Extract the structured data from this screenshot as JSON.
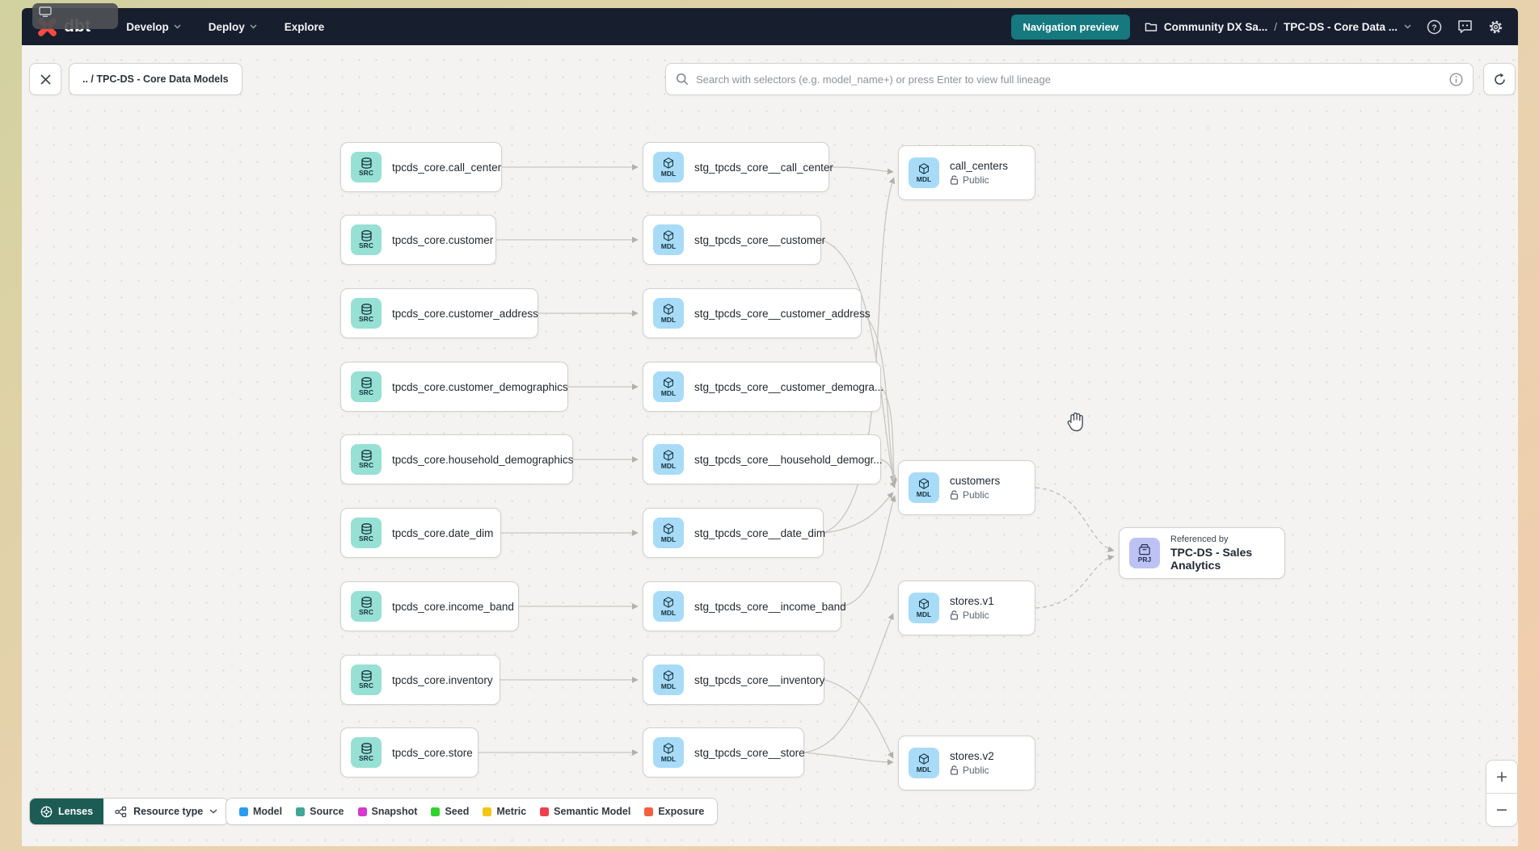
{
  "header": {
    "brand": "dbt",
    "nav": [
      {
        "label": "Develop"
      },
      {
        "label": "Deploy"
      },
      {
        "label": "Explore"
      }
    ],
    "nav_preview_label": "Navigation preview",
    "account": "Community DX Sa...",
    "separator": "/",
    "project": "TPC-DS - Core Data ...",
    "colors": {
      "header_bg": "#171e2e",
      "teal_button": "#15797f",
      "logo": "#ff4a42"
    }
  },
  "toolbar": {
    "breadcrumb": ".. / TPC-DS - Core Data Models",
    "search_placeholder": "Search with selectors (e.g. model_name+) or press Enter to view full lineage"
  },
  "graph": {
    "source_badge": "SRC",
    "model_badge": "MDL",
    "project_badge": "PRJ",
    "rows": [
      {
        "source": "tpcds_core.call_center",
        "staging": "stg_tpcds_core__call_center"
      },
      {
        "source": "tpcds_core.customer",
        "staging": "stg_tpcds_core__customer"
      },
      {
        "source": "tpcds_core.customer_address",
        "staging": "stg_tpcds_core__customer_address"
      },
      {
        "source": "tpcds_core.customer_demographics",
        "staging": "stg_tpcds_core__customer_demogra..."
      },
      {
        "source": "tpcds_core.household_demographics",
        "staging": "stg_tpcds_core__household_demogr..."
      },
      {
        "source": "tpcds_core.date_dim",
        "staging": "stg_tpcds_core__date_dim"
      },
      {
        "source": "tpcds_core.income_band",
        "staging": "stg_tpcds_core__income_band"
      },
      {
        "source": "tpcds_core.inventory",
        "staging": "stg_tpcds_core__inventory"
      },
      {
        "source": "tpcds_core.store",
        "staging": "stg_tpcds_core__store"
      }
    ],
    "public_nodes": [
      {
        "title": "call_centers",
        "access": "Public"
      },
      {
        "title": "customers",
        "access": "Public"
      },
      {
        "title": "stores.v1",
        "access": "Public"
      },
      {
        "title": "stores.v2",
        "access": "Public"
      }
    ],
    "referenced": {
      "eyebrow": "Referenced by",
      "title": "TPC-DS - Sales Analytics"
    },
    "badge_colors": {
      "source": "#97e0d4",
      "model": "#a8dbf8",
      "project": "#bcc3f4"
    }
  },
  "legend": {
    "lenses_label": "Lenses",
    "resource_type_label": "Resource type",
    "items": [
      {
        "label": "Model",
        "color": "#2a9df0"
      },
      {
        "label": "Source",
        "color": "#43a695"
      },
      {
        "label": "Snapshot",
        "color": "#d838cb"
      },
      {
        "label": "Seed",
        "color": "#2fd32f"
      },
      {
        "label": "Metric",
        "color": "#f2c713"
      },
      {
        "label": "Semantic Model",
        "color": "#ef3e4e"
      },
      {
        "label": "Exposure",
        "color": "#f4603e"
      }
    ]
  },
  "zoom_controls": {
    "zoom_in": "+",
    "zoom_out": "−"
  }
}
